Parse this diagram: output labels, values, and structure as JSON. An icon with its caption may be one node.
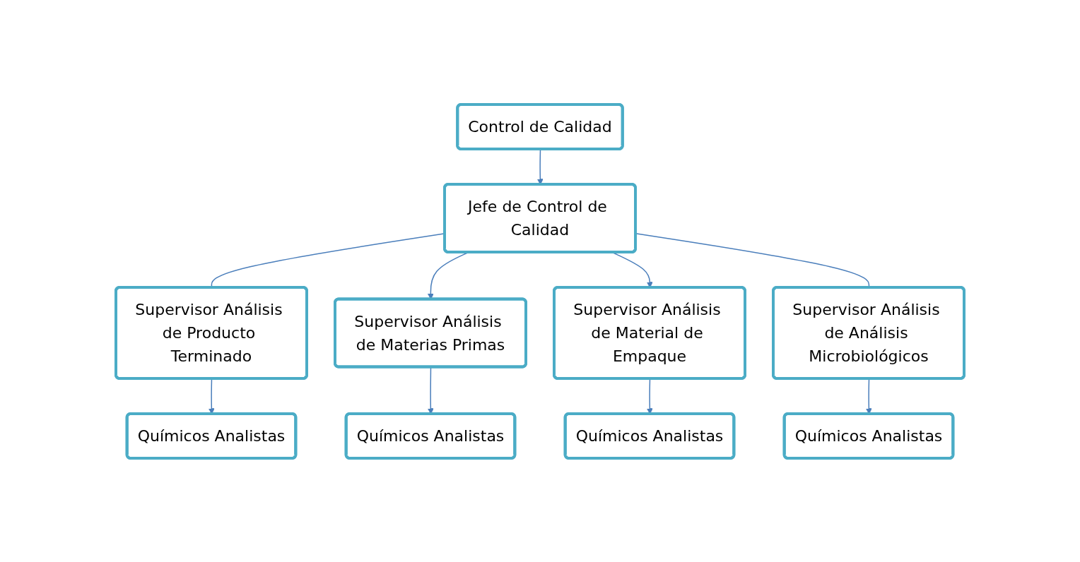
{
  "diagram": {
    "nodes": [
      {
        "text": [
          "Control de Calidad"
        ]
      },
      {
        "text": [
          "Jefe de Control de Calidad"
        ]
      },
      {
        "text": [
          "Supervisor Análisis de Producto Terminado"
        ]
      },
      {
        "text": [
          "Supervisor Análisis de Materias Primas"
        ]
      },
      {
        "text": [
          "Supervisor Análisis de Material de Empaque"
        ]
      },
      {
        "text": [
          "Supervisor Análisis de Análisis Microbiológicos"
        ]
      },
      {
        "text": [
          "Químicos Analistas"
        ]
      },
      {
        "text": [
          "Químicos Analistas"
        ]
      },
      {
        "text": [
          "Químicos Analistas"
        ]
      },
      {
        "text": [
          "Químicos Analistas"
        ]
      }
    ],
    "edges": [
      {
        "from": 0,
        "to": 1,
        "arrow": "to"
      },
      {
        "from": 1,
        "to": 2,
        "arrow": "none"
      },
      {
        "from": 1,
        "to": 3,
        "arrow": "to"
      },
      {
        "from": 1,
        "to": 4,
        "arrow": "to"
      },
      {
        "from": 1,
        "to": 5,
        "arrow": "none"
      },
      {
        "from": 2,
        "to": 6,
        "arrow": "to"
      },
      {
        "from": 3,
        "to": 7,
        "arrow": "to"
      },
      {
        "from": 4,
        "to": 8,
        "arrow": "to"
      },
      {
        "from": 5,
        "to": 9,
        "arrow": "to"
      }
    ]
  }
}
